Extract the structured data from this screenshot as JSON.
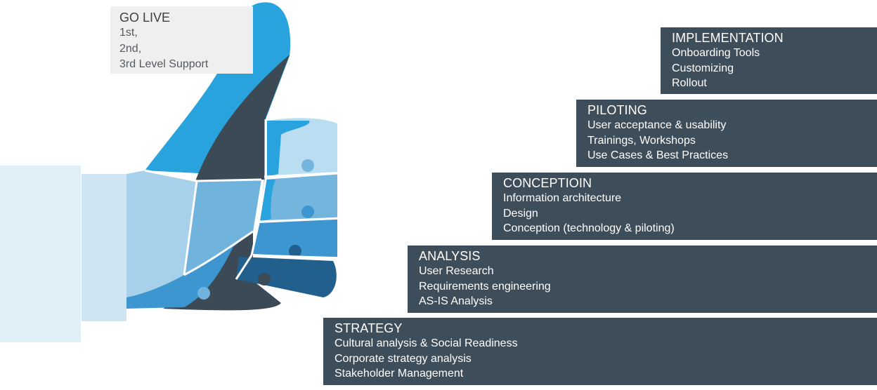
{
  "go_live": {
    "title": "GO LIVE",
    "lines": [
      "1st,",
      "2nd,",
      "3rd Level Support"
    ]
  },
  "steps": [
    {
      "id": "implementation",
      "title": "IMPLEMENTATION",
      "lines": [
        "Onboarding Tools",
        "Customizing",
        "Rollout"
      ]
    },
    {
      "id": "piloting",
      "title": "PILOTING",
      "lines": [
        "User acceptance & usability",
        "Trainings, Workshops",
        "Use Cases & Best Practices"
      ]
    },
    {
      "id": "conception",
      "title": "CONCEPTIOIN",
      "lines": [
        "Information architecture",
        "Design",
        "Conception (technology & piloting)"
      ]
    },
    {
      "id": "analysis",
      "title": "ANALYSIS",
      "lines": [
        "User Research",
        "Requirements engineering",
        "AS-IS Analysis"
      ]
    },
    {
      "id": "strategy",
      "title": "STRATEGY",
      "lines": [
        "Cultural analysis & Social Readiness",
        "Corporate strategy analysis",
        "Stakeholder Management"
      ]
    }
  ],
  "colors": {
    "step_box": "#3e4d5a",
    "thumb": "#2aa3dd",
    "thumb_shadow": "#3c4a56",
    "finger_1": "#b9ddf1",
    "finger_2": "#74b5de",
    "finger_3": "#3d96cf",
    "finger_4": "#21608d",
    "palm_light": "#a4cfea",
    "palm_mid": "#6eb2dd",
    "cuff": "#d6e9f6"
  }
}
